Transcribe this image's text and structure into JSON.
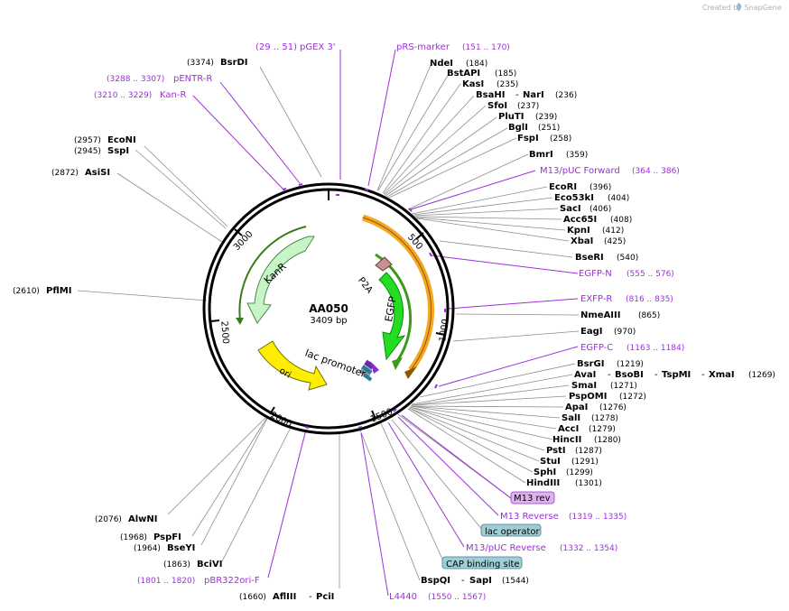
{
  "branding": "Created by SnapGene",
  "plasmid": {
    "name": "AA050",
    "size": "3409 bp"
  },
  "tick_labels": [
    "500",
    "1000",
    "1500",
    "2000",
    "2500",
    "3000"
  ],
  "features": {
    "p2a": "P2A",
    "egfp": "EGFP",
    "kanr": "KanR",
    "ori": "ori",
    "lac_promoter": "lac promoter"
  },
  "colors": {
    "backbone": "#000000",
    "enzyme_line": "#808080",
    "primer": "#9b30d9",
    "egfp": "#22dd22",
    "kanr": "#c8f5c8",
    "ori": "#ffee00",
    "orange_feature": "#f5a623"
  },
  "labels": {
    "l_pgex3": {
      "text": "pGEX 3'",
      "range": "(29 .. 51)"
    },
    "l_prs": {
      "text": "pRS-marker",
      "range": "(151 .. 170)"
    },
    "l_bsrdi": {
      "name": "BsrDI",
      "pos": "(3374)"
    },
    "l_pentr": {
      "text": "pENTR-R",
      "range": "(3288 .. 3307)"
    },
    "l_kanr_p": {
      "text": "Kan-R",
      "range": "(3210 .. 3229)"
    },
    "l_econi": {
      "name": "EcoNI",
      "pos": "(2957)"
    },
    "l_sspi": {
      "name": "SspI",
      "pos": "(2945)"
    },
    "l_asisi": {
      "name": "AsiSI",
      "pos": "(2872)"
    },
    "l_pflmi": {
      "name": "PflMI",
      "pos": "(2610)"
    },
    "l_ndei": {
      "name": "NdeI",
      "pos": "(184)"
    },
    "l_bstapi": {
      "name": "BstAPI",
      "pos": "(185)"
    },
    "l_kasi": {
      "name": "KasI",
      "pos": "(235)"
    },
    "l_bsahi": {
      "name": "BsaHI",
      "name2": "NarI",
      "pos": "(236)"
    },
    "l_sfoi": {
      "name": "SfoI",
      "pos": "(237)"
    },
    "l_plutI": {
      "name": "PluTI",
      "pos": "(239)"
    },
    "l_bgli": {
      "name": "BglI",
      "pos": "(251)"
    },
    "l_fspi": {
      "name": "FspI",
      "pos": "(258)"
    },
    "l_bmri": {
      "name": "BmrI",
      "pos": "(359)"
    },
    "l_m13f": {
      "text": "M13/pUC Forward",
      "range": "(364 .. 386)"
    },
    "l_ecori": {
      "name": "EcoRI",
      "pos": "(396)"
    },
    "l_eco53": {
      "name": "Eco53kI",
      "pos": "(404)"
    },
    "l_saci": {
      "name": "SacI",
      "pos": "(406)"
    },
    "l_acc65": {
      "name": "Acc65I",
      "pos": "(408)"
    },
    "l_kpni": {
      "name": "KpnI",
      "pos": "(412)"
    },
    "l_xbai": {
      "name": "XbaI",
      "pos": "(425)"
    },
    "l_bseri": {
      "name": "BseRI",
      "pos": "(540)"
    },
    "l_egfpn": {
      "text": "EGFP-N",
      "range": "(555 .. 576)"
    },
    "l_exfpr": {
      "text": "EXFP-R",
      "range": "(816 .. 835)"
    },
    "l_nmeaiii": {
      "name": "NmeAIII",
      "pos": "(865)"
    },
    "l_eagi": {
      "name": "EagI",
      "pos": "(970)"
    },
    "l_egfpc": {
      "text": "EGFP-C",
      "range": "(1163 .. 1184)"
    },
    "l_bsrgi": {
      "name": "BsrGI",
      "pos": "(1219)"
    },
    "l_avai": {
      "name": "AvaI",
      "name2": "BsoBI",
      "name3": "TspMI",
      "name4": "XmaI",
      "pos": "(1269)"
    },
    "l_smai": {
      "name": "SmaI",
      "pos": "(1271)"
    },
    "l_pspomi": {
      "name": "PspOMI",
      "pos": "(1272)"
    },
    "l_apai": {
      "name": "ApaI",
      "pos": "(1276)"
    },
    "l_sali": {
      "name": "SalI",
      "pos": "(1278)"
    },
    "l_acci": {
      "name": "AccI",
      "pos": "(1279)"
    },
    "l_hincii": {
      "name": "HincII",
      "pos": "(1280)"
    },
    "l_psti": {
      "name": "PstI",
      "pos": "(1287)"
    },
    "l_stui": {
      "name": "StuI",
      "pos": "(1291)"
    },
    "l_sphi": {
      "name": "SphI",
      "pos": "(1299)"
    },
    "l_hindiii": {
      "name": "HindIII",
      "pos": "(1301)"
    },
    "l_m13rev_box": {
      "text": "M13 rev"
    },
    "l_m13rev": {
      "text": "M13 Reverse",
      "range": "(1319 .. 1335)"
    },
    "l_lacop": {
      "text": "lac operator"
    },
    "l_m13pucrev": {
      "text": "M13/pUC Reverse",
      "range": "(1332 .. 1354)"
    },
    "l_cap": {
      "text": "CAP binding site"
    },
    "l_bspqi": {
      "name": "BspQI",
      "name2": "SapI",
      "pos": "(1544)"
    },
    "l_l4440": {
      "text": "L4440",
      "range": "(1550 .. 1567)"
    },
    "l_aflIII": {
      "name": "AflIII",
      "name2": "PciI",
      "pos": "(1660)"
    },
    "l_pbr322": {
      "text": "pBR322ori-F",
      "range": "(1801 .. 1820)"
    },
    "l_bcivi": {
      "name": "BciVI",
      "pos": "(1863)"
    },
    "l_bseyi": {
      "name": "BseYI",
      "pos": "(1964)"
    },
    "l_pspfi": {
      "name": "PspFI",
      "pos": "(1968)"
    },
    "l_alwni": {
      "name": "AlwNI",
      "pos": "(2076)"
    }
  }
}
